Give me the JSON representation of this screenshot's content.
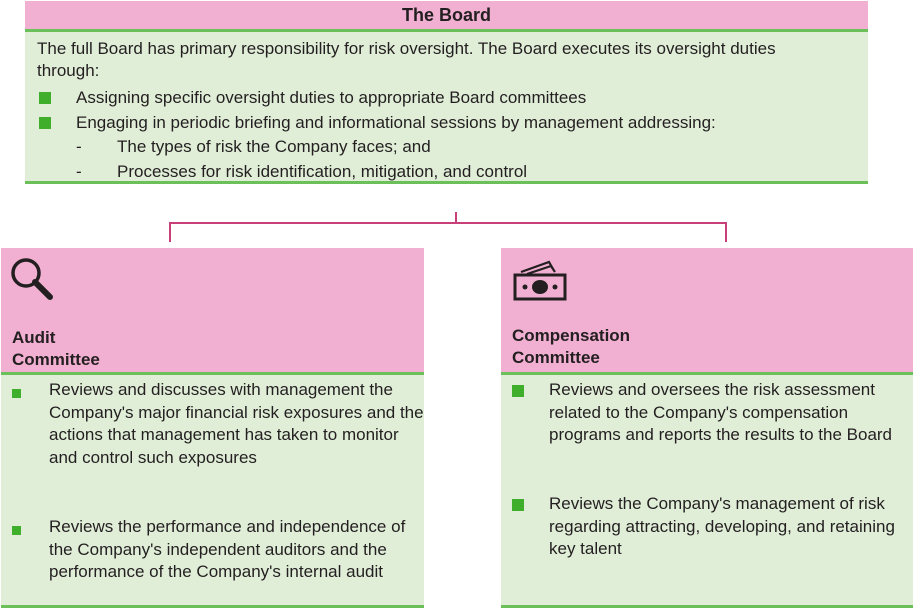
{
  "board": {
    "title": "The Board",
    "intro": "The full Board has primary responsibility for risk oversight. The Board executes its oversight duties through:",
    "bullets": [
      "Assigning specific oversight duties to appropriate Board committees",
      "Engaging in periodic briefing and informational sessions by management addressing:"
    ],
    "subbullets": [
      "The types of risk the Company faces; and",
      "Processes for risk identification, mitigation, and control"
    ],
    "dash": "-"
  },
  "audit": {
    "title_line1": "Audit",
    "title_line2": "Committee",
    "items": [
      "Reviews and discusses with management the Company's major financial risk exposures and the actions that management has taken to monitor and control such exposures",
      "Reviews the performance and independence of the Company's independent auditors and the performance of the Company's internal audit"
    ]
  },
  "compensation": {
    "title_line1": "Compensation",
    "title_line2": "Committee",
    "items": [
      "Reviews and oversees the risk assessment related to the Company's compensation programs and reports the results to the Board",
      "Reviews the Company's management of risk regarding attracting, developing, and retaining key talent"
    ]
  },
  "icons": [
    "magnifier-icon",
    "cash-icon"
  ],
  "colors": {
    "pink": "#f1b0d2",
    "green_light": "#e0eed8",
    "green": "#3fae2a",
    "connector": "#c8407a"
  }
}
